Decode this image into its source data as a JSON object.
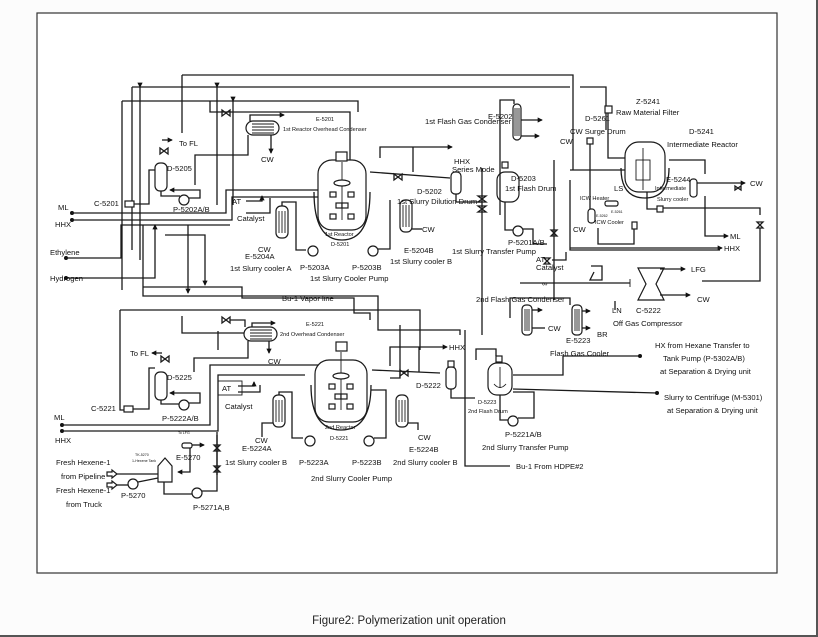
{
  "caption": {
    "figure_label": "Figure2:",
    "text": "Polymerization unit operation"
  },
  "diagram": {
    "title": "Polymerization unit operation",
    "inputs": {
      "ml": "ML",
      "hhx": "HHX",
      "ethylene": "Ethylene",
      "hydrogen": "Hydrogen",
      "ml2": "ML",
      "hhx2": "HHX",
      "fresh_hexene_pipeline_1": "Fresh Hexene-1",
      "fresh_hexene_pipeline_2": "from Pipeline",
      "fresh_hexene_truck_1": "Fresh Hexene-1",
      "fresh_hexene_truck_2": "from Truck"
    },
    "first_train": {
      "to_fl": "To FL",
      "d5205": "D-5205",
      "c5201": "C-5201",
      "p5202": "P-5202A/B",
      "e5201_tag": "E-5201",
      "e5201_name": "1st Reactor Overhead Condenser",
      "cw_cond": "CW",
      "at": "AT",
      "catalyst": "Catalyst",
      "e5204a": "E-5204A",
      "cw_a": "CW",
      "cooler_a": "1st Slurry cooler A",
      "p5203a": "P-5203A",
      "p5203b": "P-5203B",
      "cooler_pump": "1st Slurry Cooler Pump",
      "reactor_name": "1st Reactor",
      "reactor_tag": "D-5201",
      "e5204b": "E-5204B",
      "cw_b": "CW",
      "cooler_b": "1st Slurry cooler B",
      "hhx": "HHX",
      "series_mode": "Series Mode",
      "d5202": "D-5202",
      "dilution_drum": "1st Slurry Dilution Drum",
      "d5203": "D-5203",
      "flash_drum": "1st Flash Drum",
      "p5201": "P-5201A/B",
      "transfer_pump": "1st Slurry Transfer Pump"
    },
    "intermediate": {
      "e5202_tag": "E-5202",
      "e5202_name": "1st Flash Gas Condenser",
      "cw_e5202": "CW",
      "z5241": "Z-5241",
      "filter": "Raw Material Filter",
      "d5261": "D-5261",
      "surge_drum": "CW Surge Drum",
      "d5241": "D-5241",
      "reactor": "Intermediate Reactor",
      "ls": "LS",
      "icw_heater": "ICW Heater",
      "e5262": "E-5262",
      "e5261": "E-5261",
      "icw_cooler": "ICW Cooler",
      "cw": "CW",
      "e5244": "E-5244",
      "e5244_name1": "Intermediate",
      "e5244_name2": "Slurry cooler",
      "cw_out": "CW",
      "ml": "ML",
      "hhx": "HHX",
      "at": "AT",
      "catalyst": "Catalyst"
    },
    "offgas": {
      "lfg": "LFG",
      "cw": "CW",
      "ln": "LN",
      "c5222": "C-5222",
      "compressor": "Off Gas Compressor",
      "flash_gas_cond2": "2nd Flash Gas Condenser",
      "cw_cond2": "CW",
      "e5223": "E-5223",
      "br": "BR",
      "flash_gas_cooler": "Flash Gas Cooler"
    },
    "outputs": {
      "hx_line1": "HX from Hexane Transfer to",
      "hx_line2": "Tank Pump (P-5302A/B)",
      "hx_line3": "at Separation & Drying unit",
      "slurry_line1": "Slurry to Centrifuge (M-5301)",
      "slurry_line2": "at Separation & Drying unit",
      "bu1_hdpe": "Bu-1 From HDPE#2",
      "bu1_vapor": "Bu-1 Vapor line"
    },
    "second_train": {
      "to_fl": "To FL",
      "d5225": "D-5225",
      "c5221": "C-5221",
      "p5222": "P-5222A/B",
      "e5221_tag": "E-5221",
      "e5221_name": "2nd Overhead Condenser",
      "cw_cond": "CW",
      "at": "AT",
      "catalyst": "Catalyst",
      "e5224a": "E-5224A",
      "cw_a": "CW",
      "cooler_a": "1st Slurry cooler B",
      "p5223a": "P-5223A",
      "p5223b": "P-5223B",
      "cooler_pump": "2nd Slurry Cooler Pump",
      "reactor_name": "2nd Reactor",
      "reactor_tag": "D-5221",
      "e5224b": "E-5224B",
      "cw_b": "CW",
      "cooler_b": "2nd Slurry cooler B",
      "hhx": "HHX",
      "d5222": "D-5222",
      "d5223": "D-5223",
      "flash_drum": "2nd Flash Drum",
      "p5221": "P-5221A/B",
      "transfer_pump": "2nd Slurry Transfer Pump"
    },
    "hexene": {
      "to_lfg": "To LFG",
      "tk5270": "TK-5270",
      "tank_name": "1-Hexene Tank",
      "e5270": "E-5270",
      "p5270": "P-5270",
      "p5271": "P-5271A,B"
    }
  }
}
